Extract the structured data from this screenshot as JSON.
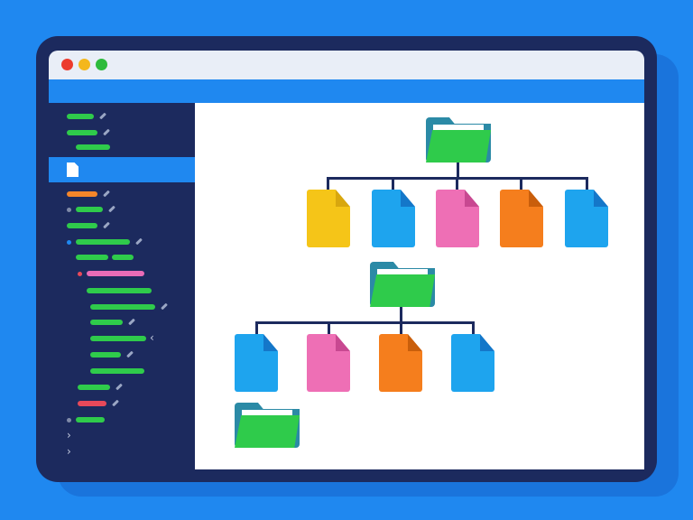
{
  "window": {
    "traffic_lights": [
      "close",
      "minimize",
      "maximize"
    ],
    "colors": {
      "background": "#1f88f0",
      "frame": "#1c2a5e",
      "titlebar": "#e9eef7",
      "canvas": "#ffffff"
    }
  },
  "sidebar": {
    "selected_item_icon": "document-icon",
    "row_colors": {
      "green": "#2fcb4b",
      "orange": "#f5862a",
      "pink": "#e96bb6",
      "red": "#e8495a"
    }
  },
  "tree": {
    "root_folder": {
      "icon": "folder-icon",
      "children": [
        "yellow",
        "blue",
        "pink",
        "orange",
        "blue"
      ]
    },
    "sub_folder": {
      "icon": "folder-icon",
      "children": [
        "blue",
        "pink",
        "orange",
        "blue"
      ]
    },
    "leaf_folder": {
      "icon": "folder-icon"
    },
    "file_colors": {
      "yellow": [
        "#f5c518",
        "#d8a70e"
      ],
      "blue": [
        "#1ea4ee",
        "#1477c9"
      ],
      "pink": [
        "#ee6fb5",
        "#c84891"
      ],
      "orange": [
        "#f57e1d",
        "#c95e0b"
      ]
    }
  }
}
